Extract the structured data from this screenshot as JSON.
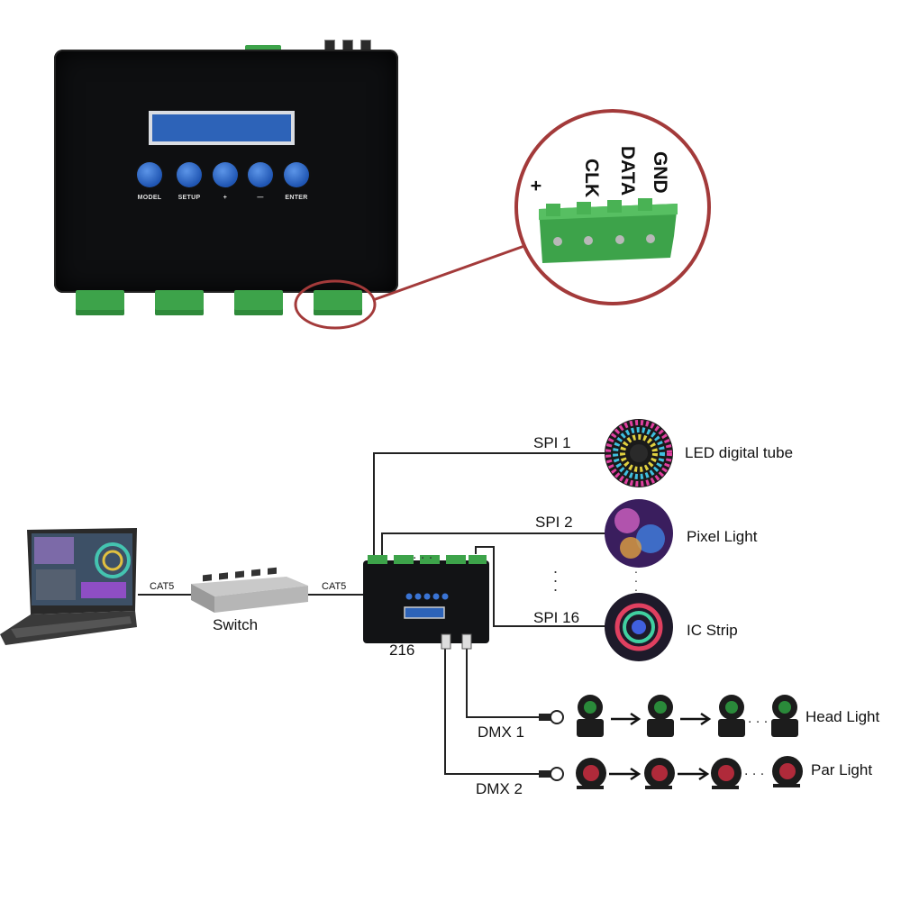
{
  "controller": {
    "buttons": [
      "MODEL",
      "SETUP",
      "+",
      "—",
      "ENTER"
    ]
  },
  "zoom_pins": [
    "+",
    "CLK",
    "DATA",
    "GND"
  ],
  "network": {
    "cable_left": "CAT5",
    "cable_right": "CAT5",
    "switch_label": "Switch",
    "controller_label": "216"
  },
  "spi": [
    {
      "port": "SPI 1",
      "device": "LED digital tube"
    },
    {
      "port": "SPI 2",
      "device": "Pixel Light"
    },
    {
      "port": "SPI 16",
      "device": "IC Strip"
    }
  ],
  "dmx": [
    {
      "port": "DMX 1",
      "device": "Head Light"
    },
    {
      "port": "DMX 2",
      "device": "Par Light"
    }
  ],
  "colors": {
    "device_body": "#0e0f11",
    "lcd_blue": "#2d63b8",
    "button_blue": "#3a74d4",
    "terminal_green": "#3da34a",
    "zoom_circle": "#a33a3a",
    "wire": "#222222"
  }
}
